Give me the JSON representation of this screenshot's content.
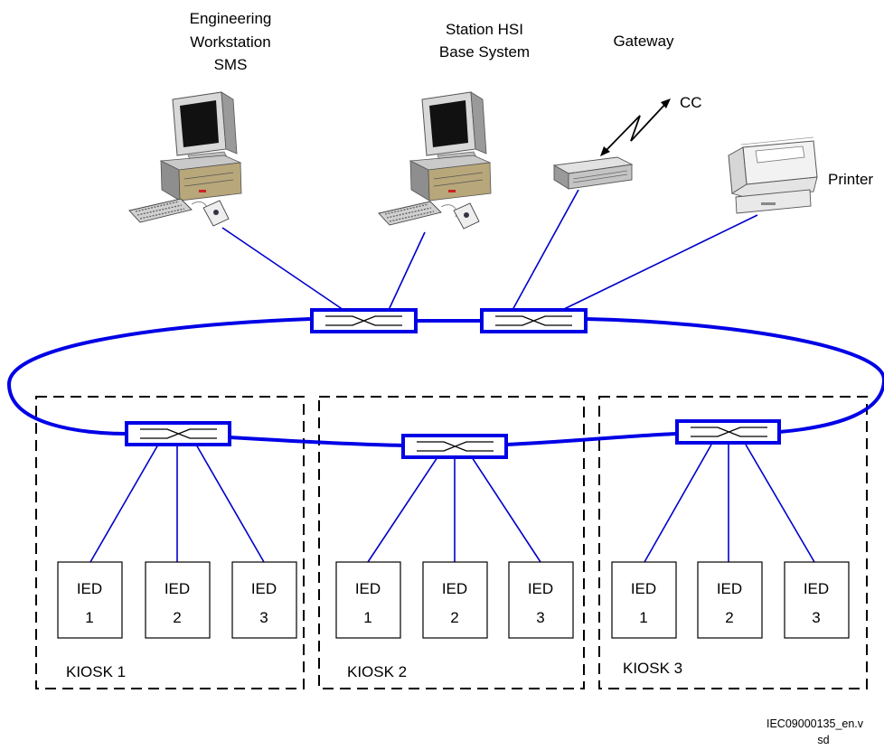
{
  "nodes": {
    "engineering_workstation": {
      "label_lines": [
        "Engineering",
        "Workstation",
        "SMS"
      ]
    },
    "station_hsi": {
      "label_lines": [
        "Station HSI",
        "Base System"
      ]
    },
    "gateway": {
      "label": "Gateway",
      "cc_label": "CC"
    },
    "printer": {
      "label": "Printer"
    }
  },
  "kiosks": [
    {
      "label": "KIOSK 1",
      "ieds": [
        {
          "lines": [
            "IED",
            "1"
          ]
        },
        {
          "lines": [
            "IED",
            "2"
          ]
        },
        {
          "lines": [
            "IED",
            "3"
          ]
        }
      ]
    },
    {
      "label": "KIOSK 2",
      "ieds": [
        {
          "lines": [
            "IED",
            "1"
          ]
        },
        {
          "lines": [
            "IED",
            "2"
          ]
        },
        {
          "lines": [
            "IED",
            "3"
          ]
        }
      ]
    },
    {
      "label": "KIOSK 3",
      "ieds": [
        {
          "lines": [
            "IED",
            "1"
          ]
        },
        {
          "lines": [
            "IED",
            "2"
          ]
        },
        {
          "lines": [
            "IED",
            "3"
          ]
        }
      ]
    }
  ],
  "footer": {
    "lines": [
      "IEC09000135_en.v",
      "sd"
    ]
  },
  "colors": {
    "network": "#0000e6",
    "kiosk_border": "#000000"
  }
}
